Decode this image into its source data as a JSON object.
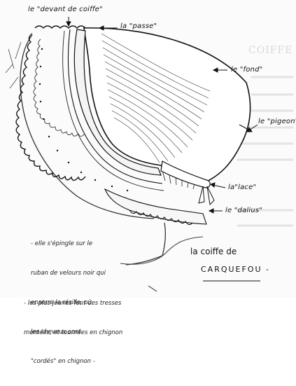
{
  "labels": {
    "devant": "le \"devant de coiffe\"",
    "passe": "la \"passe\"",
    "fond": "le \"fond\"",
    "pigeon": "le \"pigeon\"",
    "lace": "la\"lace\"",
    "dalius": "le \"dalius\""
  },
  "notes": {
    "left": [
      "- elle s'épingle sur le",
      "ruban de velours noir qui",
      "enserre la résille, où",
      "les cheveux sont",
      "\"cordés\" en chignon -"
    ],
    "bottom": [
      "- les plus jeunes font des tresses",
      "montées, et tournées en chignon"
    ]
  },
  "caption": {
    "line1": "la coiffe de",
    "line2": "CARQUEFOU -"
  },
  "background": {
    "watermark": "COIFFE"
  }
}
